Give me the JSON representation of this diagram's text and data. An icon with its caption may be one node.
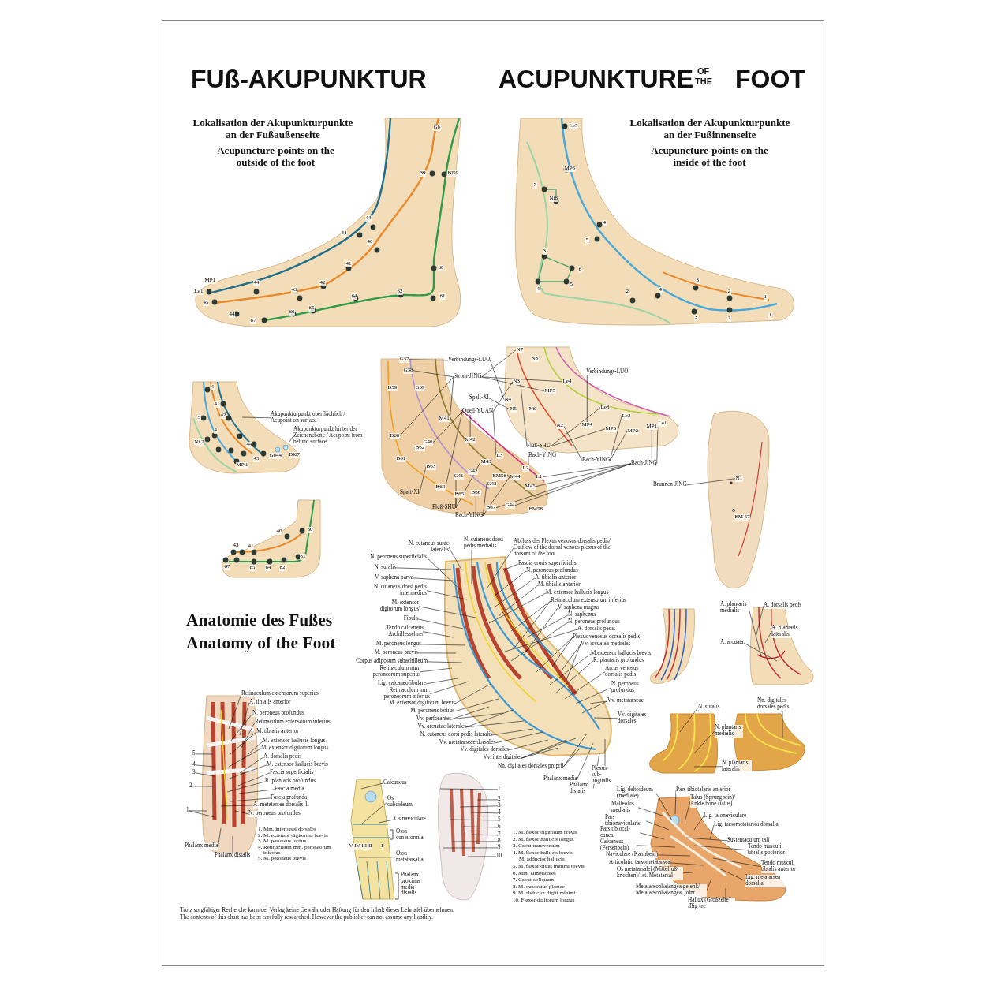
{
  "diagram": {
    "title": "FUß-AKUPUNKTUR",
    "nodes": [
      {
        "text": [
          "Akupunkturpunkt oberflächlich / Acupoint on surface"
        ]
      },
      {
        "text": [
          "Akupunkturpunkt hinter der Zeichenebene / Acupoint from behind surface"
        ]
      },
      {
        "text": [
          "Verbindungs-LUO"
        ]
      },
      {
        "text": [
          "Strom-JING"
        ]
      },
      {
        "text": [
          "Spalt-XI"
        ]
      },
      {
        "text": [
          "Quell-YUAN"
        ]
      },
      {
        "text": [
          "Verbindungs-LUO"
        ]
      },
      {
        "text": [
          "Fluß-SHU"
        ]
      },
      {
        "text": [
          "Bach-YING"
        ]
      },
      {
        "text": [
          "Bach-YING"
        ]
      },
      {
        "text": [
          "Bach-JING"
        ]
      },
      {
        "text": [
          "Spalt-XI"
        ]
      },
      {
        "text": [
          "Fluß-SHU"
        ]
      },
      {
        "text": [
          "Bach-YING"
        ]
      },
      {
        "text": [
          "Brunnen-JING"
        ]
      },
      {
        "text": [
          "N. cutaneus surae lateralis"
        ]
      },
      {
        "text": [
          "N. cutaneus dorsi pedis medialis"
        ]
      },
      {
        "text": [
          "N. peroneus superficialis"
        ]
      },
      {
        "text": [
          "N. suralis"
        ]
      },
      {
        "text": [
          "V. saphena parva"
        ]
      },
      {
        "text": [
          "N. cutaneus dorsi pedis intermedius"
        ]
      },
      {
        "text": [
          "M. extensor digitorum longus"
        ]
      },
      {
        "text": [
          "Fibula"
        ]
      },
      {
        "text": [
          "Tendo calcaneus Archillessehne/"
        ]
      },
      {
        "text": [
          "M. peroneus longus"
        ]
      },
      {
        "text": [
          "M. peroneus brevis"
        ]
      },
      {
        "text": [
          "Corpus adiposum subachilleum"
        ]
      },
      {
        "text": [
          "Retinaculum mm. peroneorum superius"
        ]
      },
      {
        "text": [
          "Lig. calcaneofibulare"
        ]
      },
      {
        "text": [
          "Retinaculum mm. peroneorum inferius"
        ]
      },
      {
        "text": [
          "M. extensor digitorum brevis"
        ]
      },
      {
        "text": [
          "M. peroneus tertius"
        ]
      },
      {
        "text": [
          "Vv. perforantes"
        ]
      },
      {
        "text": [
          "Vv. arcuatae laterales"
        ]
      },
      {
        "text": [
          "N. cutaneus dorsi pedis lateralis"
        ]
      },
      {
        "text": [
          "Vv. metatarseae dorsales"
        ]
      },
      {
        "text": [
          "Vv. digitales dorsales"
        ]
      },
      {
        "text": [
          "Vv. interdigitales"
        ]
      },
      {
        "text": [
          "Nn. digitales dorsales proprii"
        ]
      },
      {
        "text": [
          "Phalanx media"
        ]
      },
      {
        "text": [
          "Phalanx distalis"
        ]
      },
      {
        "text": [
          "Plexus sub- ungualis"
        ]
      },
      {
        "text": [
          "Abfluss des Plexus venosus dorsalis pedis/ Outflow of the dorsal venous plexus of the dorsum of the foot"
        ]
      },
      {
        "text": [
          "Fascia cruris superficialis"
        ]
      },
      {
        "text": [
          "N. peroneus profundus"
        ]
      },
      {
        "text": [
          "A. tibialis anterior"
        ]
      },
      {
        "text": [
          "M. tibialis anterior"
        ]
      },
      {
        "text": [
          "M. extensor hallucis longus"
        ]
      },
      {
        "text": [
          "Retinaculum extensorum inferius"
        ]
      },
      {
        "text": [
          "V. saphena magna"
        ]
      },
      {
        "text": [
          "N. saphenus"
        ]
      },
      {
        "text": [
          "N. peroneus profundus"
        ]
      },
      {
        "text": [
          "A. dorsalis pedis"
        ]
      },
      {
        "text": [
          "Plexus venosus dorsalis pedis"
        ]
      },
      {
        "text": [
          "Vv. arcuatae mediales"
        ]
      },
      {
        "text": [
          "M.extensor hallucis brevis"
        ]
      },
      {
        "text": [
          "R. plantaris profundus"
        ]
      },
      {
        "text": [
          "Arcus venosus dorsalis pedis"
        ]
      },
      {
        "text": [
          "N. peroneus profundus"
        ]
      },
      {
        "text": [
          "Vv. metatarseae"
        ]
      },
      {
        "text": [
          "Vv. digitales dorsales"
        ]
      },
      {
        "text": [
          "A. plantaris medialis"
        ]
      },
      {
        "text": [
          "A. dorsalis pedis"
        ]
      },
      {
        "text": [
          "A. plantaris lateralis"
        ]
      },
      {
        "text": [
          "A. arcuata"
        ]
      },
      {
        "text": [
          "N. suralis"
        ]
      },
      {
        "text": [
          "N. plantaris medialis"
        ]
      },
      {
        "text": [
          "N. plantaris lateralis"
        ]
      },
      {
        "text": [
          "Nn. digitales dorsales pedis"
        ]
      },
      {
        "text": [
          "Retinaculum extensorum superius"
        ]
      },
      {
        "text": [
          "A. tibialis anterior"
        ]
      },
      {
        "text": [
          "N. peroneus profundus"
        ]
      },
      {
        "text": [
          "Retinaculum extensorum inferius"
        ]
      },
      {
        "text": [
          "M. tibialis anterior"
        ]
      },
      {
        "text": [
          "M. extensor hallucis longus"
        ]
      },
      {
        "text": [
          "M. extensor digitorum longus"
        ]
      },
      {
        "text": [
          "A. dorsalis pedis"
        ]
      },
      {
        "text": [
          "M. extensor hallucis brevis"
        ]
      },
      {
        "text": [
          "Fascia superficialis"
        ]
      },
      {
        "text": [
          "R. plantaris profundus"
        ]
      },
      {
        "text": [
          "Fascia media"
        ]
      },
      {
        "text": [
          "Fascia profunda"
        ]
      },
      {
        "text": [
          "A. metatarsea dorsalis 1."
        ]
      },
      {
        "text": [
          "N. peroneus profundus"
        ]
      },
      {
        "text": [
          "5"
        ]
      },
      {
        "text": [
          "4"
        ]
      },
      {
        "text": [
          "3"
        ]
      },
      {
        "text": [
          "2"
        ]
      },
      {
        "text": [
          "1"
        ]
      },
      {
        "text": [
          "Phalanx media"
        ]
      },
      {
        "text": [
          "Phalanx distalis"
        ]
      },
      {
        "text": [
          "Calcaneus"
        ]
      },
      {
        "text": [
          "Os cuboideum"
        ]
      },
      {
        "text": [
          "Os naviculare"
        ]
      },
      {
        "text": [
          "Ossa cuneiformia"
        ]
      },
      {
        "text": [
          "Ossa metatarsalia"
        ]
      },
      {
        "text": [
          "Phalanx proxima media distalis"
        ]
      },
      {
        "text": [
          "1"
        ]
      },
      {
        "text": [
          "2"
        ]
      },
      {
        "text": [
          "3"
        ]
      },
      {
        "text": [
          "4"
        ]
      },
      {
        "text": [
          "5"
        ]
      },
      {
        "text": [
          "6"
        ]
      },
      {
        "text": [
          "7"
        ]
      },
      {
        "text": [
          "8"
        ]
      },
      {
        "text": [
          "9"
        ]
      },
      {
        "text": [
          "10"
        ]
      },
      {
        "text": [
          "Lig. deltoideum (mediale)"
        ]
      },
      {
        "text": [
          "Pars tibiotalaris anterior"
        ]
      },
      {
        "text": [
          "Talus (Sprungbein)/ Ankle bone (talus)"
        ]
      },
      {
        "text": [
          "Malleolus medialis"
        ]
      },
      {
        "text": [
          "Lig. talonaviculare"
        ]
      },
      {
        "text": [
          "Pars tibionavicularis"
        ]
      },
      {
        "text": [
          "Lig. tarsometatarsia dorsalia"
        ]
      },
      {
        "text": [
          "Pars tibiocal-canea"
        ]
      },
      {
        "text": [
          "Sustentaculum tali"
        ]
      },
      {
        "text": [
          "Calcaneus (Fersenbein)"
        ]
      },
      {
        "text": [
          "Tendo musculi tibialis posterior"
        ]
      },
      {
        "text": [
          "Naviculare (Kahnbein)"
        ]
      },
      {
        "text": [
          "Articulatio tarsometatarsea"
        ]
      },
      {
        "text": [
          "Tendo musculi tibialis anterior"
        ]
      },
      {
        "text": [
          "Os metatarsalel (Mittelfuß-knochen)/1st. Metatarsal"
        ]
      },
      {
        "text": [
          "Lig. metatarsea dorsalia"
        ]
      },
      {
        "text": [
          "Metatarsophalangealgelenk/ Metatarsophalangeal joint"
        ]
      },
      {
        "text": [
          "Hallux (Großzehe) /Big toe"
        ]
      },
      {
        "text": [
          "G37"
        ]
      },
      {
        "text": [
          "G38"
        ]
      },
      {
        "text": [
          "B59"
        ]
      },
      {
        "text": [
          "G39"
        ]
      },
      {
        "text": [
          "M41"
        ]
      },
      {
        "text": [
          "B60"
        ]
      },
      {
        "text": [
          "G40"
        ]
      },
      {
        "text": [
          "M42"
        ]
      },
      {
        "text": [
          "B62"
        ]
      },
      {
        "text": [
          "B61"
        ]
      },
      {
        "text": [
          "L3"
        ]
      },
      {
        "text": [
          "B63"
        ]
      },
      {
        "text": [
          "M43"
        ]
      },
      {
        "text": [
          "L2"
        ]
      },
      {
        "text": [
          "G41"
        ]
      },
      {
        "text": [
          "G42"
        ]
      },
      {
        "text": [
          "M44"
        ]
      },
      {
        "text": [
          "L1"
        ]
      },
      {
        "text": [
          "G43"
        ]
      },
      {
        "text": [
          "EM56"
        ]
      },
      {
        "text": [
          "M45"
        ]
      },
      {
        "text": [
          "B64"
        ]
      },
      {
        "text": [
          "B65"
        ]
      },
      {
        "text": [
          "B66"
        ]
      },
      {
        "text": [
          "G44"
        ]
      },
      {
        "text": [
          "B67"
        ]
      },
      {
        "text": [
          "EM58"
        ]
      },
      {
        "text": [
          "N7"
        ]
      },
      {
        "text": [
          "N8"
        ]
      },
      {
        "text": [
          "N3"
        ]
      },
      {
        "text": [
          "N4"
        ]
      },
      {
        "text": [
          "N5"
        ]
      },
      {
        "text": [
          "N6"
        ]
      },
      {
        "text": [
          "Le4"
        ]
      },
      {
        "text": [
          "MP5"
        ]
      },
      {
        "text": [
          "Le3"
        ]
      },
      {
        "text": [
          "Le2"
        ]
      },
      {
        "text": [
          "MP4"
        ]
      },
      {
        "text": [
          "N2"
        ]
      },
      {
        "text": [
          "MP3"
        ]
      },
      {
        "text": [
          "MP2"
        ]
      },
      {
        "text": [
          "MP1"
        ]
      },
      {
        "text": [
          "Le1"
        ]
      },
      {
        "text": [
          "N1"
        ]
      }
    ],
    "edges": [
      {
        "from": 0,
        "to": null,
        "arrow": "none"
      },
      {
        "from": 1,
        "to": null,
        "arrow": "none"
      },
      {
        "from": 2,
        "to": 125,
        "arrow": "none"
      },
      {
        "from": 2,
        "to": 155,
        "arrow": "none"
      },
      {
        "from": 3,
        "to": 126,
        "arrow": "none"
      },
      {
        "from": 3,
        "to": 130,
        "arrow": "none"
      },
      {
        "from": 3,
        "to": 129,
        "arrow": "none"
      },
      {
        "from": 3,
        "to": 152,
        "arrow": "none"
      },
      {
        "from": 3,
        "to": 158,
        "arrow": "none"
      },
      {
        "from": 3,
        "to": 159,
        "arrow": "none"
      },
      {
        "from": 4,
        "to": 156,
        "arrow": "none"
      },
      {
        "from": 5,
        "to": 131,
        "arrow": "none"
      },
      {
        "from": 5,
        "to": 132,
        "arrow": "none"
      },
      {
        "from": 5,
        "to": 135,
        "arrow": "none"
      },
      {
        "from": 5,
        "to": 154,
        "arrow": "none"
      },
      {
        "from": 5,
        "to": 146,
        "arrow": "none"
      },
      {
        "from": 6,
        "to": 162,
        "arrow": "none"
      },
      {
        "from": 7,
        "to": 154,
        "arrow": "none"
      },
      {
        "from": 7,
        "to": 160,
        "arrow": "none"
      },
      {
        "from": 7,
        "to": 164,
        "arrow": "none"
      },
      {
        "from": 8,
        "to": 138,
        "arrow": "none"
      },
      {
        "from": 9,
        "to": 163,
        "arrow": "none"
      },
      {
        "from": 9,
        "to": 161,
        "arrow": "none"
      },
      {
        "from": 9,
        "to": 165,
        "arrow": "none"
      },
      {
        "from": 10,
        "to": 166,
        "arrow": "none"
      },
      {
        "from": 10,
        "to": 167,
        "arrow": "none"
      },
      {
        "from": 10,
        "to": 142,
        "arrow": "none"
      },
      {
        "from": 10,
        "to": 145,
        "arrow": "none"
      },
      {
        "from": 10,
        "to": 149,
        "arrow": "none"
      },
      {
        "from": 10,
        "to": 150,
        "arrow": "none"
      },
      {
        "from": 11,
        "to": 136,
        "arrow": "none"
      },
      {
        "from": 12,
        "to": 139,
        "arrow": "none"
      },
      {
        "from": 12,
        "to": 147,
        "arrow": "none"
      },
      {
        "from": 12,
        "to": 137,
        "arrow": "none"
      },
      {
        "from": 13,
        "to": 148,
        "arrow": "none"
      },
      {
        "from": 13,
        "to": 143,
        "arrow": "none"
      },
      {
        "from": 13,
        "to": 141,
        "arrow": "none"
      },
      {
        "from": 14,
        "to": 168,
        "arrow": "none"
      },
      {
        "from": 15,
        "to": null,
        "arrow": "none"
      },
      {
        "from": 16,
        "to": null,
        "arrow": "none"
      },
      {
        "from": 17,
        "to": null,
        "arrow": "none"
      },
      {
        "from": 18,
        "to": null,
        "arrow": "none"
      },
      {
        "from": 19,
        "to": null,
        "arrow": "none"
      },
      {
        "from": 20,
        "to": null,
        "arrow": "none"
      },
      {
        "from": 21,
        "to": null,
        "arrow": "none"
      },
      {
        "from": 22,
        "to": null,
        "arrow": "none"
      },
      {
        "from": 23,
        "to": null,
        "arrow": "none"
      },
      {
        "from": 24,
        "to": null,
        "arrow": "none"
      },
      {
        "from": 25,
        "to": null,
        "arrow": "none"
      },
      {
        "from": 26,
        "to": null,
        "arrow": "none"
      },
      {
        "from": 27,
        "to": null,
        "arrow": "none"
      },
      {
        "from": 28,
        "to": null,
        "arrow": "none"
      },
      {
        "from": 29,
        "to": null,
        "arrow": "none"
      },
      {
        "from": 30,
        "to": null,
        "arrow": "none"
      },
      {
        "from": 31,
        "to": null,
        "arrow": "none"
      },
      {
        "from": 32,
        "to": null,
        "arrow": "none"
      },
      {
        "from": 32,
        "to": null,
        "arrow": "none"
      },
      {
        "from": 33,
        "to": null,
        "arrow": "none"
      },
      {
        "from": 33,
        "to": null,
        "arrow": "none"
      },
      {
        "from": 34,
        "to": null,
        "arrow": "none"
      },
      {
        "from": 35,
        "to": null,
        "arrow": "none"
      },
      {
        "from": 36,
        "to": null,
        "arrow": "none"
      },
      {
        "from": 37,
        "to": null,
        "arrow": "none"
      },
      {
        "from": 37,
        "to": null,
        "arrow": "none"
      },
      {
        "from": 37,
        "to": null,
        "arrow": "none"
      },
      {
        "from": 38,
        "to": null,
        "arrow": "none"
      },
      {
        "from": 38,
        "to": null,
        "arrow": "none"
      },
      {
        "from": 39,
        "to": null,
        "arrow": "none"
      },
      {
        "from": 40,
        "to": null,
        "arrow": "none"
      },
      {
        "from": 41,
        "to": null,
        "arrow": "none"
      },
      {
        "from": 42,
        "to": null,
        "arrow": "none"
      },
      {
        "from": 43,
        "to": null,
        "arrow": "none"
      },
      {
        "from": 44,
        "to": null,
        "arrow": "none"
      },
      {
        "from": 45,
        "to": null,
        "arrow": "none"
      },
      {
        "from": 46,
        "to": null,
        "arrow": "none"
      },
      {
        "from": 47,
        "to": null,
        "arrow": "none"
      },
      {
        "from": 48,
        "to": null,
        "arrow": "none"
      },
      {
        "from": 48,
        "to": null,
        "arrow": "none"
      },
      {
        "from": 49,
        "to": null,
        "arrow": "none"
      },
      {
        "from": 50,
        "to": null,
        "arrow": "none"
      },
      {
        "from": 51,
        "to": null,
        "arrow": "none"
      },
      {
        "from": 52,
        "to": null,
        "arrow": "none"
      },
      {
        "from": 53,
        "to": null,
        "arrow": "none"
      },
      {
        "from": 53,
        "to": null,
        "arrow": "none"
      },
      {
        "from": 54,
        "to": null,
        "arrow": "none"
      },
      {
        "from": 54,
        "to": null,
        "arrow": "none"
      },
      {
        "from": 55,
        "to": null,
        "arrow": "none"
      },
      {
        "from": 56,
        "to": null,
        "arrow": "none"
      },
      {
        "from": 57,
        "to": null,
        "arrow": "none"
      },
      {
        "from": 58,
        "to": null,
        "arrow": "none"
      },
      {
        "from": 59,
        "to": null,
        "arrow": "none"
      },
      {
        "from": 59,
        "to": null,
        "arrow": "none"
      },
      {
        "from": 60,
        "to": null,
        "arrow": "none"
      },
      {
        "from": 61,
        "to": null,
        "arrow": "none"
      },
      {
        "from": 62,
        "to": null,
        "arrow": "none"
      },
      {
        "from": 63,
        "to": null,
        "arrow": "none"
      },
      {
        "from": 64,
        "to": null,
        "arrow": "none"
      },
      {
        "from": 65,
        "to": null,
        "arrow": "none"
      },
      {
        "from": 66,
        "to": null,
        "arrow": "none"
      },
      {
        "from": 67,
        "to": null,
        "arrow": "none"
      },
      {
        "from": 68,
        "to": null,
        "arrow": "none"
      },
      {
        "from": 69,
        "to": null,
        "arrow": "none"
      },
      {
        "from": 70,
        "to": null,
        "arrow": "none"
      },
      {
        "from": 71,
        "to": null,
        "arrow": "none"
      },
      {
        "from": 72,
        "to": null,
        "arrow": "none"
      },
      {
        "from": 73,
        "to": null,
        "arrow": "none"
      },
      {
        "from": 74,
        "to": null,
        "arrow": "none"
      },
      {
        "from": 75,
        "to": null,
        "arrow": "none"
      },
      {
        "from": 76,
        "to": null,
        "arrow": "none"
      },
      {
        "from": 77,
        "to": null,
        "arrow": "none"
      },
      {
        "from": 78,
        "to": null,
        "arrow": "none"
      },
      {
        "from": 79,
        "to": null,
        "arrow": "none"
      },
      {
        "from": 80,
        "to": null,
        "arrow": "none"
      },
      {
        "from": 81,
        "to": null,
        "arrow": "none"
      },
      {
        "from": 82,
        "to": null,
        "arrow": "none"
      },
      {
        "from": 83,
        "to": null,
        "arrow": "none"
      },
      {
        "from": 84,
        "to": null,
        "arrow": "none"
      },
      {
        "from": 85,
        "to": null,
        "arrow": "none"
      },
      {
        "from": 86,
        "to": null,
        "arrow": "none"
      },
      {
        "from": 87,
        "to": null,
        "arrow": "none"
      },
      {
        "from": 88,
        "to": null,
        "arrow": "none"
      },
      {
        "from": 88,
        "to": null,
        "arrow": "none"
      },
      {
        "from": 89,
        "to": null,
        "arrow": "none"
      },
      {
        "from": 90,
        "to": null,
        "arrow": "none"
      },
      {
        "from": 91,
        "to": null,
        "arrow": "none"
      },
      {
        "from": 92,
        "to": null,
        "arrow": "none"
      },
      {
        "from": 93,
        "to": null,
        "arrow": "none"
      },
      {
        "from": 95,
        "to": null,
        "arrow": "none"
      },
      {
        "from": 97,
        "to": null,
        "arrow": "none"
      },
      {
        "from": 98,
        "to": null,
        "arrow": "none"
      },
      {
        "from": 99,
        "to": null,
        "arrow": "none"
      },
      {
        "from": 100,
        "to": null,
        "arrow": "none"
      },
      {
        "from": 101,
        "to": null,
        "arrow": "none"
      },
      {
        "from": 102,
        "to": null,
        "arrow": "none"
      },
      {
        "from": 103,
        "to": null,
        "arrow": "none"
      },
      {
        "from": 104,
        "to": null,
        "arrow": "none"
      },
      {
        "from": 105,
        "to": null,
        "arrow": "none"
      },
      {
        "from": 106,
        "to": null,
        "arrow": "none"
      },
      {
        "from": 107,
        "to": null,
        "arrow": "none"
      },
      {
        "from": 108,
        "to": null,
        "arrow": "none"
      },
      {
        "from": 109,
        "to": null,
        "arrow": "none"
      },
      {
        "from": 110,
        "to": null,
        "arrow": "none"
      },
      {
        "from": 111,
        "to": null,
        "arrow": "none"
      },
      {
        "from": 112,
        "to": null,
        "arrow": "none"
      },
      {
        "from": 113,
        "to": null,
        "arrow": "none"
      },
      {
        "from": 114,
        "to": null,
        "arrow": "none"
      },
      {
        "from": 115,
        "to": null,
        "arrow": "none"
      },
      {
        "from": 116,
        "to": null,
        "arrow": "none"
      },
      {
        "from": 117,
        "to": null,
        "arrow": "none"
      },
      {
        "from": 118,
        "to": null,
        "arrow": "none"
      },
      {
        "from": 119,
        "to": null,
        "arrow": "none"
      },
      {
        "from": 120,
        "to": null,
        "arrow": "none"
      },
      {
        "from": 121,
        "to": null,
        "arrow": "none"
      },
      {
        "from": 122,
        "to": null,
        "arrow": "none"
      },
      {
        "from": 123,
        "to": null,
        "arrow": "none"
      },
      {
        "from": 124,
        "to": null,
        "arrow": "none"
      }
    ],
    "labels": [
      "ACUPUNKTURE",
      "OF",
      "THE",
      "FOOT",
      "Gb",
      "39",
      "Bl59",
      "44",
      "44",
      "40",
      "41",
      "42",
      "60",
      "43",
      "44",
      "MP1",
      "Le1",
      "45",
      "65",
      "64",
      "62",
      "61",
      "66",
      "44",
      "67",
      "Le5",
      "MP6",
      "7",
      "Ni8",
      "4",
      "5",
      "3",
      "6",
      "5",
      "4",
      "2",
      "3",
      "4",
      "2",
      "1",
      "3",
      "2",
      "1",
      "4",
      "41",
      "5",
      "42",
      "4",
      "Ni 2",
      "44",
      "45",
      "Gb44",
      "Bl67",
      "MP 1",
      "60",
      "40",
      "43",
      "41",
      "67",
      "65",
      "64",
      "62",
      "61",
      "EM 57",
      "V IV III II",
      "I",
      "1. Mm. interossei dorsales",
      "2. M. extensor digitorum brevis",
      "3. M. peroneus tertius",
      "4. Retinaculum mm. peroneorum inferius",
      "5. M. peroneus brevis",
      "1. M. flexor digitorum brevis",
      "2. M. flexor hallucis longus",
      "3. Caput transversum",
      "4. M. flexor hallucis brevis",
      "M. adductor hallucis",
      "5. M. flexor digiti minimi brevis",
      "6. Mm. lumbricales",
      "7. Caput obliquum",
      "8. M. quadratus plantae",
      "9. M. abductor digiti minimi",
      "10. Flexor digitorum longus",
      "Trotz sorgfältiger Recherche kann der Verlag keine Gewähr oder Haftung für den Inhalt dieser Lehrtafel übernehmen.",
      "The contents of this chart has been carefully researched. However the publisher can not assume any liability.",
      "Lokalisation der Akupunkturpunkte an der Fußaußenseite",
      "Acupuncture-points on the outside of the foot",
      "Lokalisation der Akupunkturpunkte an der Fußinnenseite",
      "Acupuncture-points on the inside of the foot",
      "Anatomie des Fußes",
      "Anatomy of the Foot"
    ]
  }
}
